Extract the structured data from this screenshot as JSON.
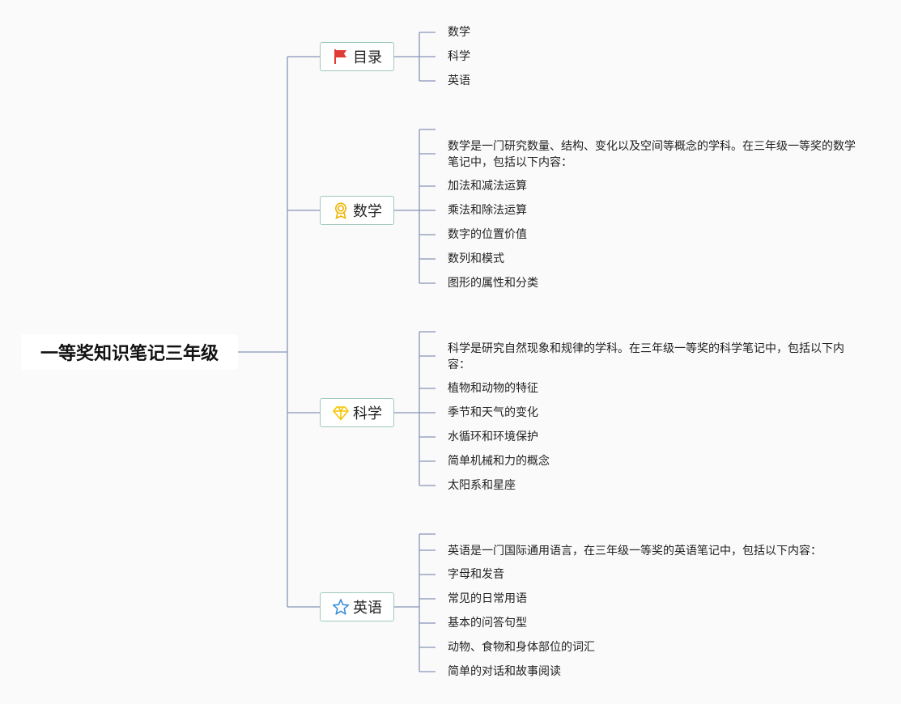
{
  "root": {
    "title": "一等奖知识笔记三年级"
  },
  "colors": {
    "line": "#8894b8",
    "branch_border": "#9ec8bd",
    "flag": "#e03b35",
    "medal": "#f0b400",
    "gem": "#f6c400",
    "star": "#3a8fd6"
  },
  "branches": [
    {
      "title": "目录",
      "icon": "flag-icon",
      "items": [
        "数学",
        "科学",
        "英语"
      ]
    },
    {
      "title": "数学",
      "icon": "medal-icon",
      "items": [
        "",
        "数学是一门研究数量、结构、变化以及空间等概念的学科。在三年级一等奖的数学笔记中，包括以下内容：",
        "加法和减法运算",
        "乘法和除法运算",
        "数字的位置价值",
        "数列和模式",
        "图形的属性和分类"
      ]
    },
    {
      "title": "科学",
      "icon": "diamond-icon",
      "items": [
        "",
        "科学是研究自然现象和规律的学科。在三年级一等奖的科学笔记中，包括以下内容：",
        "植物和动物的特征",
        "季节和天气的变化",
        "水循环和环境保护",
        "简单机械和力的概念",
        "太阳系和星座"
      ]
    },
    {
      "title": "英语",
      "icon": "star-icon",
      "items": [
        "",
        "英语是一门国际通用语言，在三年级一等奖的英语笔记中，包括以下内容：",
        "字母和发音",
        "常见的日常用语",
        "基本的问答句型",
        "动物、食物和身体部位的词汇",
        "简单的对话和故事阅读"
      ]
    }
  ]
}
